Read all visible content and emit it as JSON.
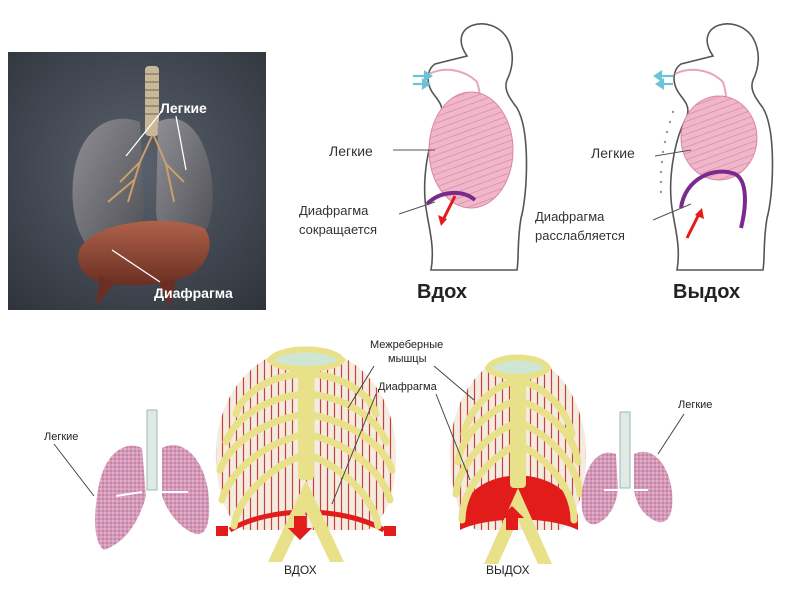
{
  "photo": {
    "lungs_label": "Легкие",
    "diaphragm_label": "Диафрагма"
  },
  "inhale_panel": {
    "lungs_label": "Легкие",
    "diaphragm_label_1": "Диафрагма",
    "diaphragm_label_2": "сокращается",
    "caption": "Вдох"
  },
  "exhale_panel": {
    "lungs_label": "Легкие",
    "diaphragm_label_1": "Диафрагма",
    "diaphragm_label_2": "расслабляется",
    "caption": "Выдох"
  },
  "ribcage": {
    "intercostal_label_1": "Межреберные",
    "intercostal_label_2": "мышцы",
    "diaphragm_label": "Диафрагма",
    "left_lungs_label": "Легкие",
    "right_lungs_label": "Легкие",
    "inhale_caption": "ВДОХ",
    "exhale_caption": "ВЫДОХ"
  },
  "colors": {
    "photo_bg": "#3f4550",
    "lung_pink": "#e7a6bb",
    "rib_yellow": "#e9e08a",
    "diaphragm_red": "#e21b1b",
    "exhale_purple": "#7a2a8c",
    "air_blue": "#6cc3d8"
  }
}
